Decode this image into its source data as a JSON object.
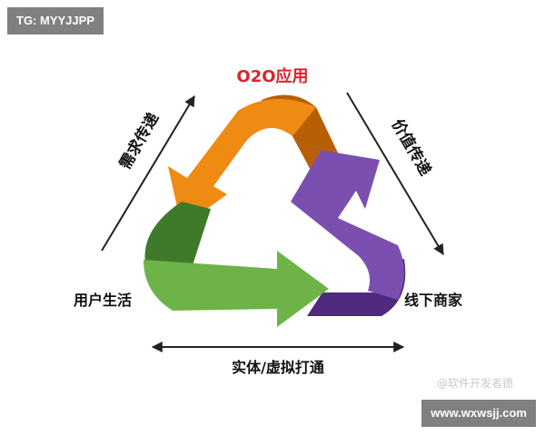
{
  "header_badge": "TG: MYYJJPP",
  "footer_badge": "www.wxwsjj.com",
  "watermark": "@软件开发者德",
  "labels": {
    "top": "O2O应用",
    "left_edge": "需求传递",
    "right_edge": "价值传递",
    "bottom_left": "用户生活",
    "bottom_right": "线下商家",
    "bottom_edge": "实体/虚拟打通"
  },
  "colors": {
    "orange_arrow": "#ef8a12",
    "orange_shadow": "#b85f06",
    "purple_arrow": "#7b4fb0",
    "purple_shadow": "#4f2a7e",
    "green_arrow": "#6db347",
    "green_shadow": "#3f7a2a",
    "title_red": "#d9232d",
    "edge_arrows": "#222222"
  }
}
